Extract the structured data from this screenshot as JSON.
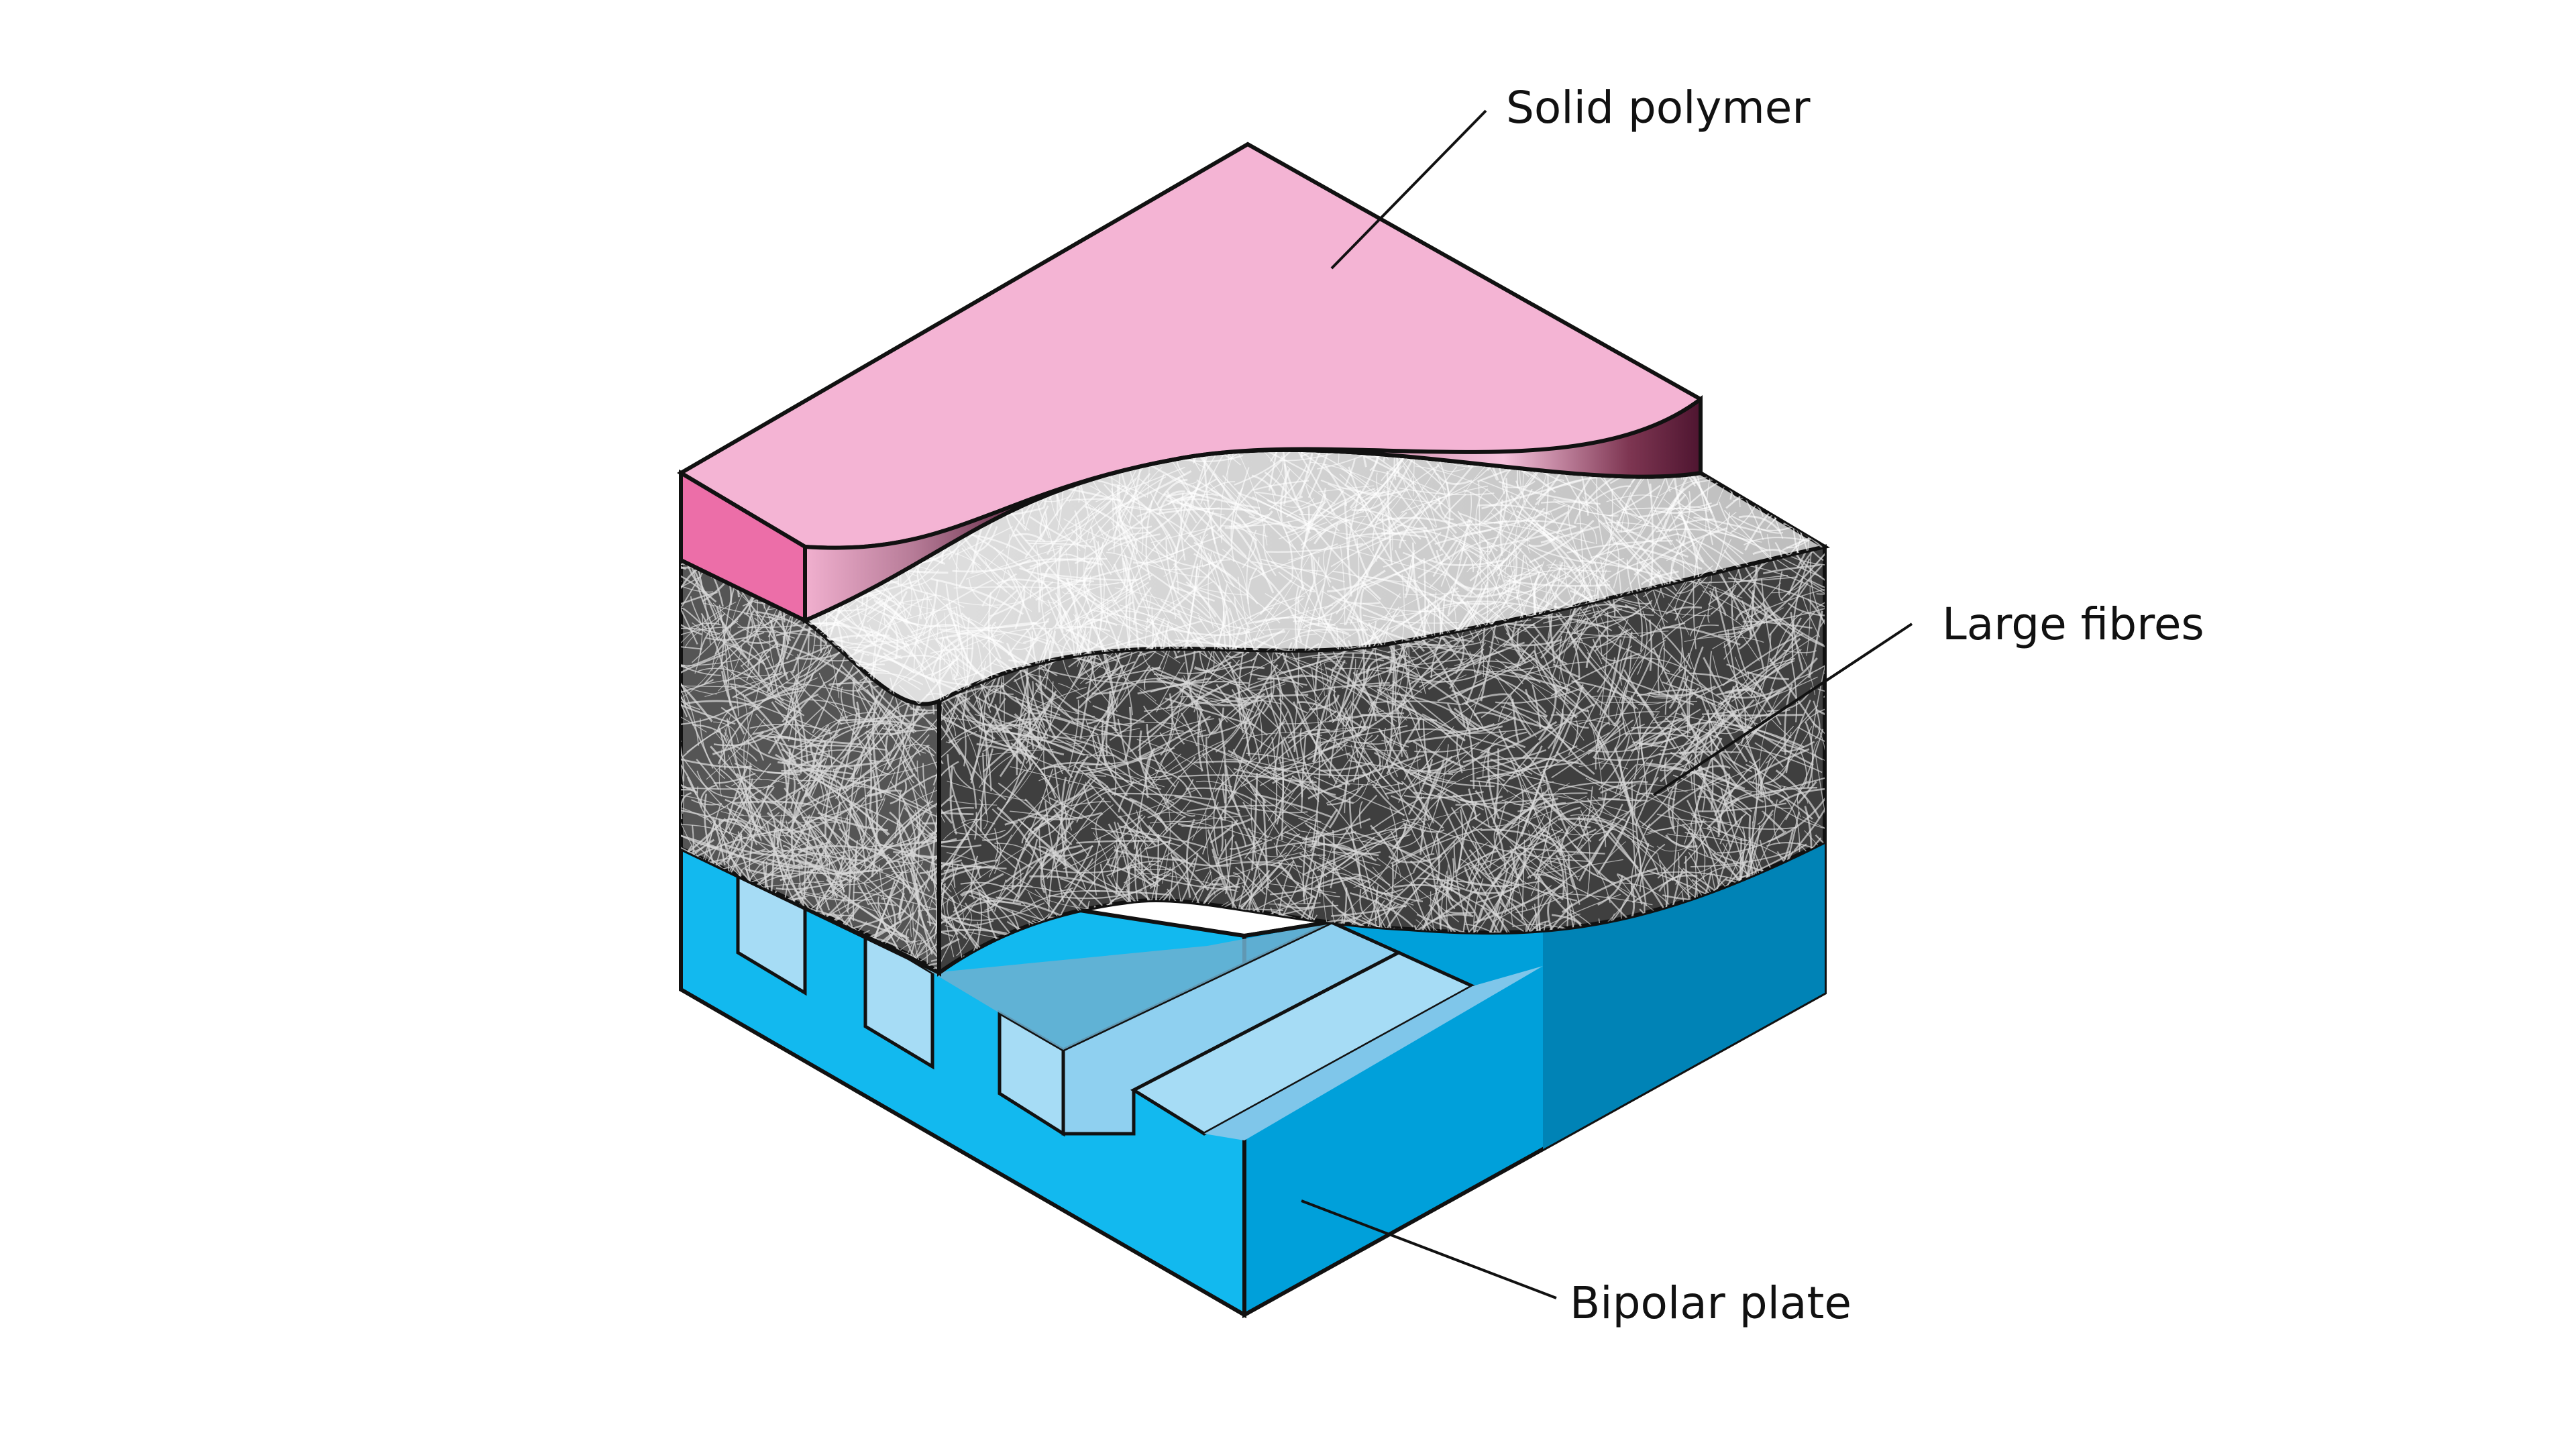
{
  "labels": {
    "solid_polymer": "Solid polymer",
    "large_fibres": "Large  fibres",
    "bipolar_plate": "Bipolar plate"
  },
  "colors": {
    "polymer_top": "#f4b4d4",
    "polymer_front": "#ec6ea8",
    "polymer_curve_dark": "#4e1530",
    "fibre_dark": "#3f3f3f",
    "fibre_light": "#cfcfcf",
    "plate_light": "#12b9ef",
    "plate_mid": "#00a0da",
    "plate_dark": "#0083b6",
    "plate_pale": "#a6dcf5",
    "outline": "#111111"
  }
}
